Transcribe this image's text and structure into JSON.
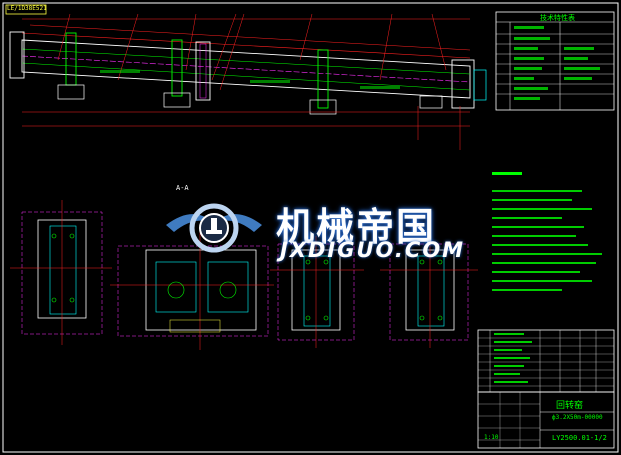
{
  "drawing": {
    "title_box": "LE/1D38E521",
    "section_label": "A-A",
    "top_right_header": "技术特性表",
    "title_block_name": "回转窑",
    "title_block_code": "ф3.2X50m-00000",
    "title_block_sheet": "1:10",
    "title_block_drawing_no": "LY2500.01-1/2"
  },
  "watermark": {
    "cn": "机械帝国",
    "en": "JXDIGUO.COM"
  },
  "colors": {
    "background": "#000000",
    "line_white": "#ffffff",
    "line_green": "#00ff00",
    "line_red": "#ff2020",
    "line_magenta": "#ff30ff",
    "line_cyan": "#00ffff",
    "line_yellow": "#ffff40",
    "line_blue": "#4080ff"
  }
}
